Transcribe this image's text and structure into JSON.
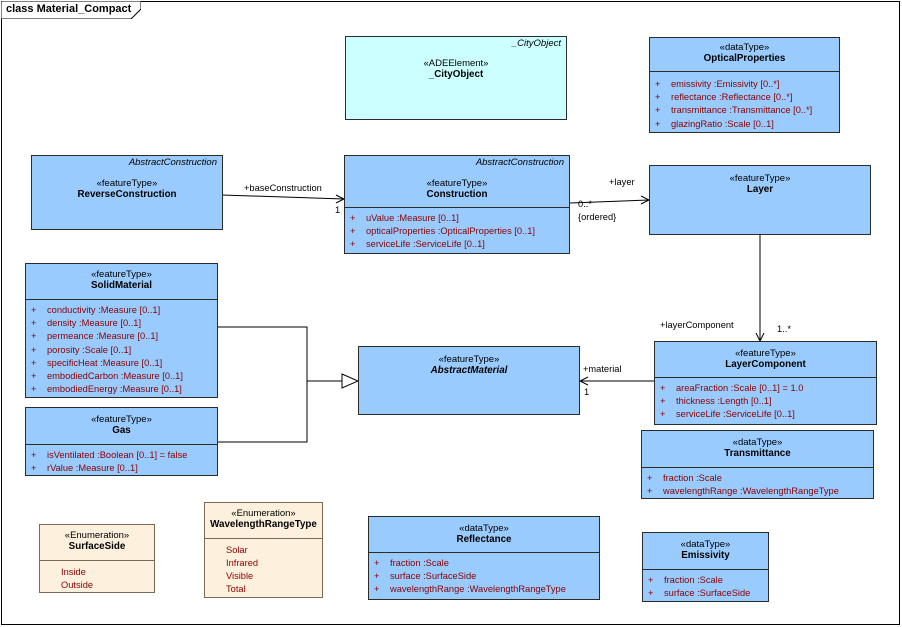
{
  "frame": {
    "title": "class Material_Compact"
  },
  "classes": {
    "city_object": {
      "parent": "_CityObject",
      "stereotype": "«ADEElement»",
      "name": "_CityObject"
    },
    "optical_properties": {
      "stereotype": "«dataType»",
      "name": "OpticalProperties",
      "attributes": [
        {
          "vis": "+",
          "text": "emissivity  :Emissivity [0..*]"
        },
        {
          "vis": "+",
          "text": "reflectance  :Reflectance [0..*]"
        },
        {
          "vis": "+",
          "text": "transmittance  :Transmittance [0..*]"
        },
        {
          "vis": "+",
          "text": "glazingRatio  :Scale [0..1]"
        }
      ]
    },
    "reverse_construction": {
      "parent": "AbstractConstruction",
      "stereotype": "«featureType»",
      "name": "ReverseConstruction"
    },
    "construction": {
      "parent": "AbstractConstruction",
      "stereotype": "«featureType»",
      "name": "Construction",
      "attributes": [
        {
          "vis": "+",
          "text": "uValue  :Measure [0..1]"
        },
        {
          "vis": "+",
          "text": "opticalProperties  :OpticalProperties [0..1]"
        },
        {
          "vis": "+",
          "text": "serviceLife  :ServiceLife [0..1]"
        }
      ]
    },
    "layer": {
      "stereotype": "«featureType»",
      "name": "Layer"
    },
    "solid_material": {
      "stereotype": "«featureType»",
      "name": "SolidMaterial",
      "attributes": [
        {
          "vis": "+",
          "text": "conductivity  :Measure [0..1]"
        },
        {
          "vis": "+",
          "text": "density  :Measure [0..1]"
        },
        {
          "vis": "+",
          "text": "permeance  :Measure [0..1]"
        },
        {
          "vis": "+",
          "text": "porosity  :Scale [0..1]"
        },
        {
          "vis": "+",
          "text": "specificHeat  :Measure [0..1]"
        },
        {
          "vis": "+",
          "text": "embodiedCarbon  :Measure [0..1]"
        },
        {
          "vis": "+",
          "text": "embodiedEnergy  :Measure [0..1]"
        }
      ]
    },
    "gas": {
      "stereotype": "«featureType»",
      "name": "Gas",
      "attributes": [
        {
          "vis": "+",
          "text": "isVentilated  :Boolean [0..1] = false"
        },
        {
          "vis": "+",
          "text": "rValue  :Measure [0..1]"
        }
      ]
    },
    "abstract_material": {
      "stereotype": "«featureType»",
      "name": "AbstractMaterial"
    },
    "layer_component": {
      "stereotype": "«featureType»",
      "name": "LayerComponent",
      "attributes": [
        {
          "vis": "+",
          "text": "areaFraction  :Scale [0..1] = 1.0"
        },
        {
          "vis": "+",
          "text": "thickness  :Length [0..1]"
        },
        {
          "vis": "+",
          "text": "serviceLife  :ServiceLife [0..1]"
        }
      ]
    },
    "transmittance": {
      "stereotype": "«dataType»",
      "name": "Transmittance",
      "attributes": [
        {
          "vis": "+",
          "text": "fraction  :Scale"
        },
        {
          "vis": "+",
          "text": "wavelengthRange  :WavelengthRangeType"
        }
      ]
    },
    "surface_side": {
      "stereotype": "«Enumeration»",
      "name": "SurfaceSide",
      "literals": [
        "Inside",
        "Outside"
      ]
    },
    "wavelength_range_type": {
      "stereotype": "«Enumeration»",
      "name": "WavelengthRangeType",
      "literals": [
        "Solar",
        "Infrared",
        "Visible",
        "Total"
      ]
    },
    "reflectance": {
      "stereotype": "«dataType»",
      "name": "Reflectance",
      "attributes": [
        {
          "vis": "+",
          "text": "fraction  :Scale"
        },
        {
          "vis": "+",
          "text": "surface  :SurfaceSide"
        },
        {
          "vis": "+",
          "text": "wavelengthRange  :WavelengthRangeType"
        }
      ]
    },
    "emissivity": {
      "stereotype": "«dataType»",
      "name": "Emissivity",
      "attributes": [
        {
          "vis": "+",
          "text": "fraction  :Scale"
        },
        {
          "vis": "+",
          "text": "surface  :SurfaceSide"
        }
      ]
    }
  },
  "associations": {
    "base_construction": {
      "role": "+baseConstruction",
      "multiplicity": "1"
    },
    "layer": {
      "role": "+layer",
      "multiplicity": "0..*",
      "constraint": "{ordered}"
    },
    "layer_component": {
      "role": "+layerComponent",
      "multiplicity": "1..*"
    },
    "material": {
      "role": "+material",
      "multiplicity": "1"
    }
  }
}
